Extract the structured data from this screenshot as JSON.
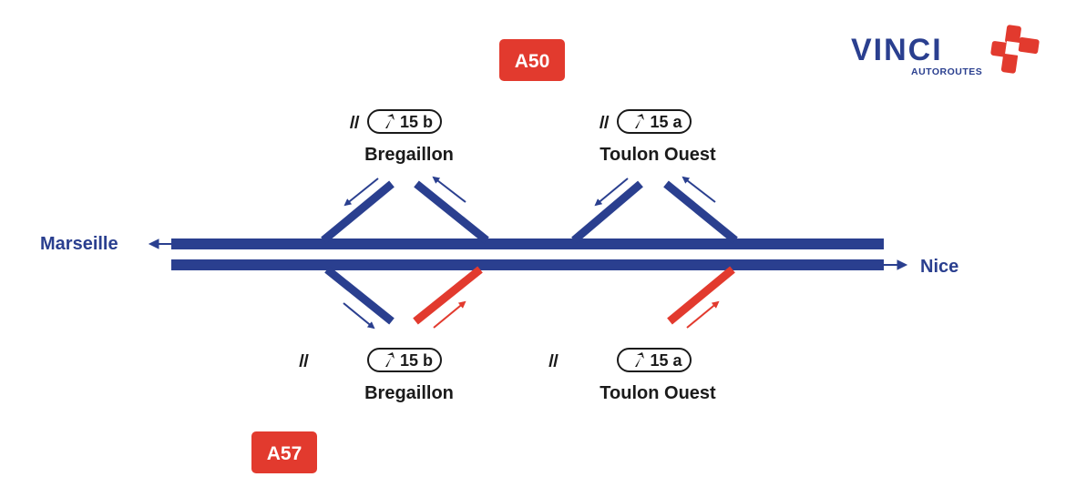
{
  "highways": {
    "north": "A50",
    "south": "A57"
  },
  "directions": {
    "west": "Marseille",
    "east": "Nice"
  },
  "exits": {
    "north_west": {
      "number": "15 b",
      "name": "Bregaillon"
    },
    "north_east": {
      "number": "15 a",
      "name": "Toulon Ouest"
    },
    "south_west": {
      "number": "15 b",
      "name": "Bregaillon"
    },
    "south_east": {
      "number": "15 a",
      "name": "Toulon Ouest"
    }
  },
  "logo": {
    "brand": "VINCI",
    "sub": "AUTOROUTES"
  },
  "colors": {
    "road": "#2a3f8f",
    "highlight": "#e23a2e",
    "badge": "#e23a2e",
    "text": "#2a3f8f"
  },
  "icons": {
    "exit": "exit-ramp-icon",
    "logo": "vinci-logo-icon"
  }
}
